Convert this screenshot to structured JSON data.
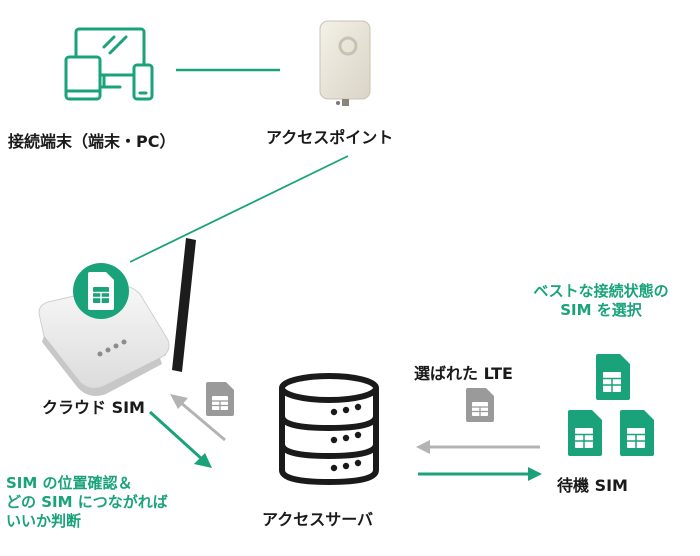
{
  "colors": {
    "green": "#1aa37a",
    "gray": "#b3b3b3",
    "dark": "#1a1a1a",
    "sim_gray": "#9a9a9a"
  },
  "labels": {
    "terminal": "接続端末（端末・PC）",
    "access_point": "アクセスポイント",
    "cloud_sim": "クラウド SIM",
    "access_server": "アクセスサーバ",
    "standby_sim": "待機 SIM",
    "selected_lte": "選ばれた LTE",
    "best_sim_line1": "ベストな接続状態の",
    "best_sim_line2": "SIM を選択",
    "location_line1": "SIM の位置確認＆",
    "location_line2": "どの SIM につながれば",
    "location_line3": "いいか判断"
  },
  "icons": {
    "terminal": "devices-icon",
    "access_point": "access-point-icon",
    "router": "router-icon",
    "server": "database-server-icon",
    "sim": "sim-card-icon"
  }
}
